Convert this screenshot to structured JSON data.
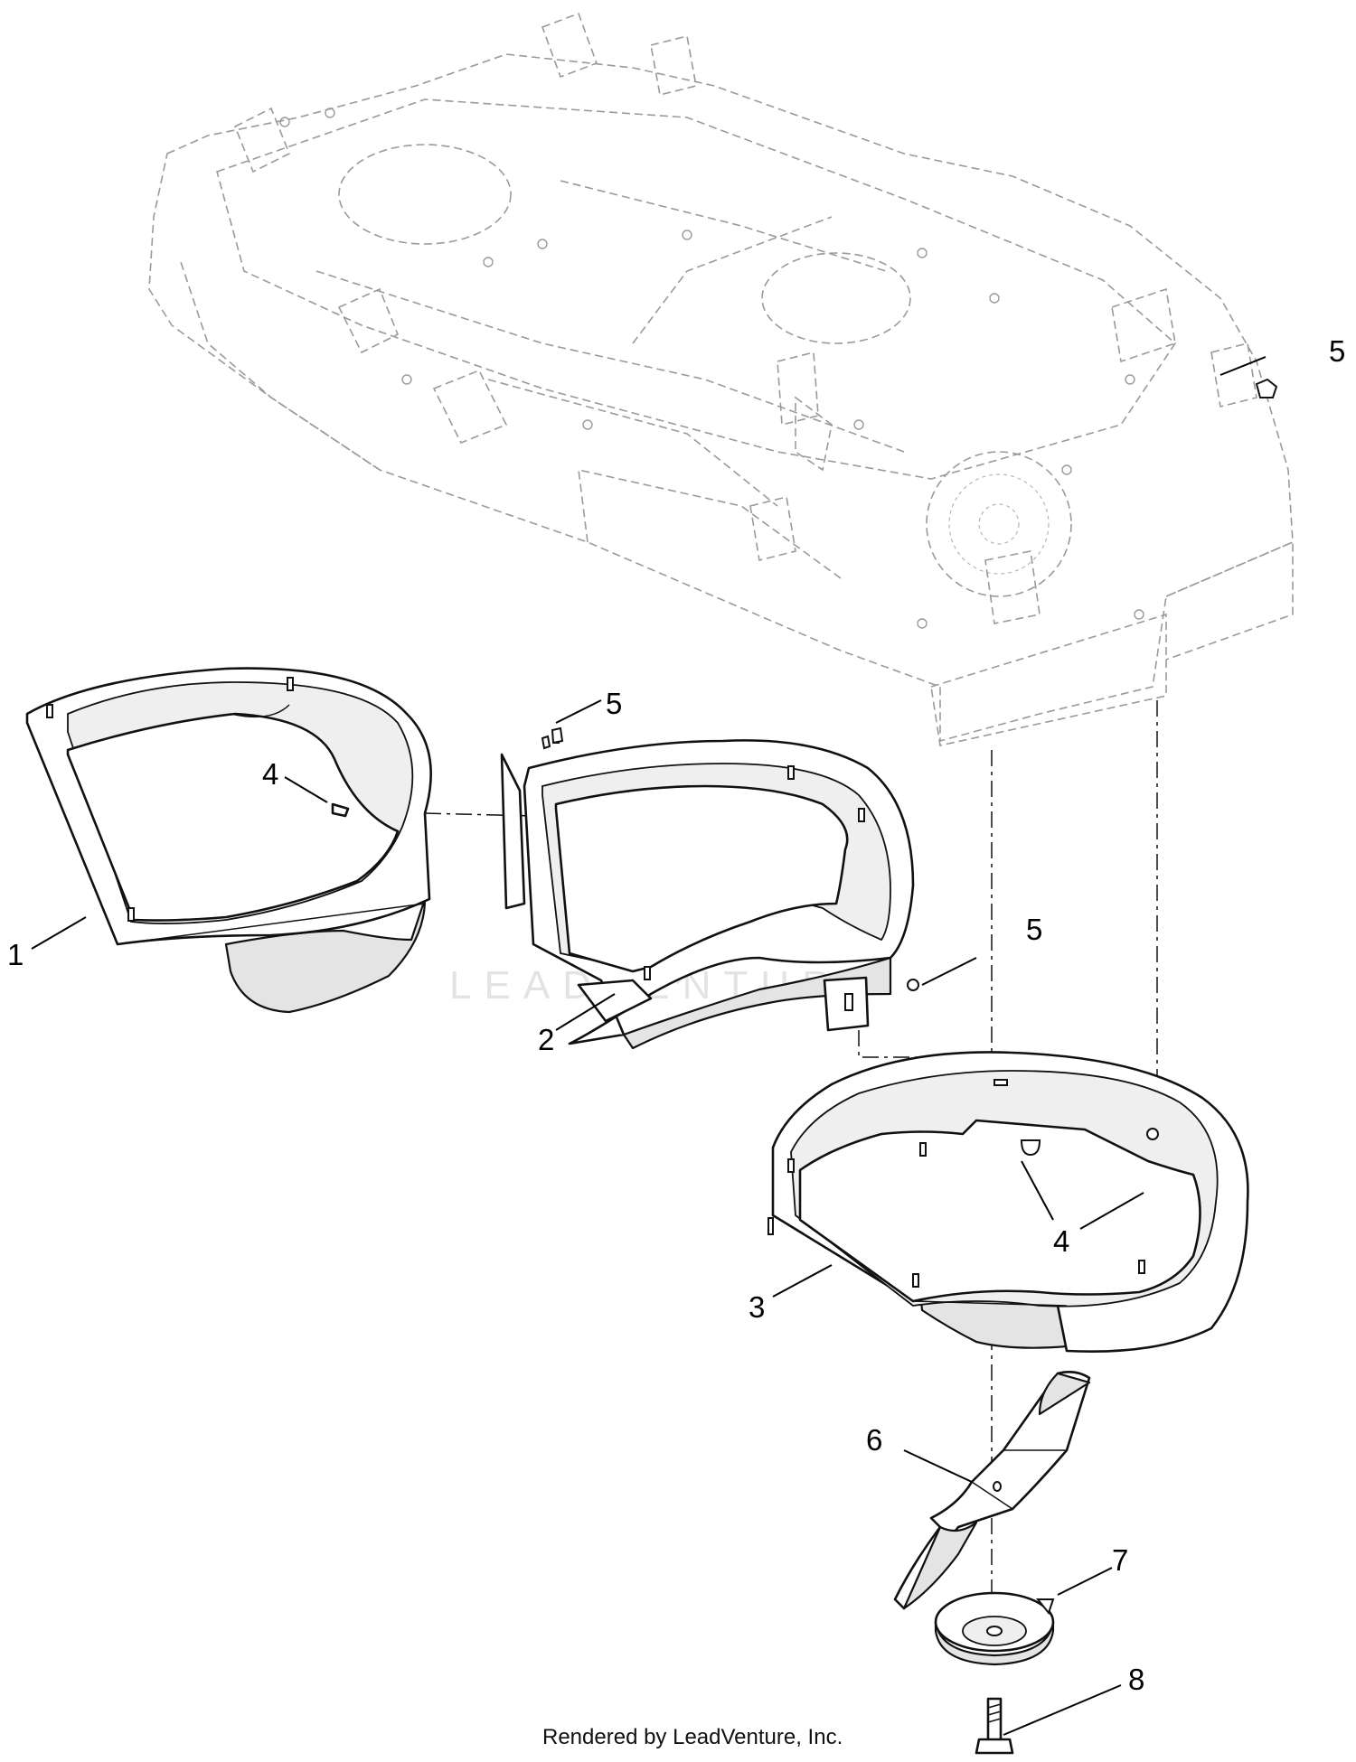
{
  "callouts": {
    "c1": "1",
    "c2": "2",
    "c3": "3",
    "c4a": "4",
    "c4b": "4",
    "c5a": "5",
    "c5b": "5",
    "c5c": "5",
    "c6": "6",
    "c7": "7",
    "c8": "8"
  },
  "watermark": "LEADVENTURE",
  "footer": "Rendered by LeadVenture, Inc."
}
